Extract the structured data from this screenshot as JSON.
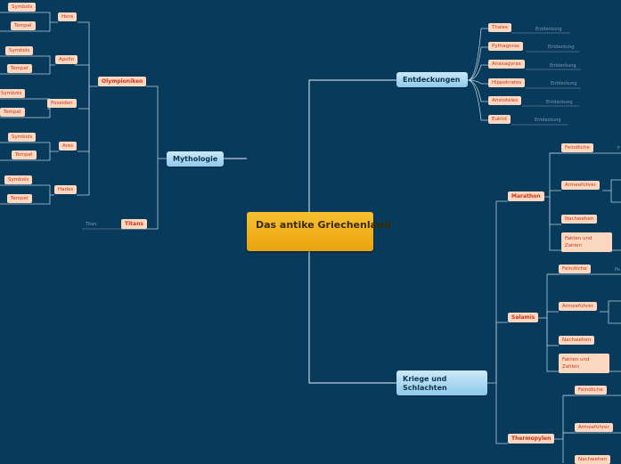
{
  "central": "Das antike Griechenland",
  "mythologie": {
    "label": "Mythologie",
    "olympioniken": {
      "label": "Olympioniken",
      "gods": [
        {
          "name": "Hera",
          "symbol": "Symbols",
          "temple": "Tempel"
        },
        {
          "name": "Apollo",
          "symbol": "Symbols",
          "temple": "Tempel"
        },
        {
          "name": "Poseidon",
          "symbol": "Symbols",
          "temple": "Tempel"
        },
        {
          "name": "Ares",
          "symbol": "Symbols",
          "temple": "Tempel"
        },
        {
          "name": "Hades",
          "symbol": "Symbols",
          "temple": "Tempel"
        }
      ]
    },
    "titans": {
      "label": "Titans",
      "note": "Titan"
    }
  },
  "entdeckungen": {
    "label": "Entdeckungen",
    "items": [
      {
        "name": "Thales",
        "note": "Entdeckung"
      },
      {
        "name": "Pythagoras",
        "note": "Entdeckung"
      },
      {
        "name": "Anaxagoras",
        "note": "Entdeckung"
      },
      {
        "name": "Hippokrates",
        "note": "Entdeckung"
      },
      {
        "name": "Aristoteles",
        "note": "Entdeckung"
      },
      {
        "name": "Euklid",
        "note": "Entdeckung"
      }
    ]
  },
  "kriege": {
    "label": "Kriege und Schlachten",
    "battles": [
      {
        "name": "Marathon",
        "enemy": "Feindliche",
        "enemy_note": "F",
        "commander": "Armeeführer",
        "aftermath": "Nachwehen",
        "facts": "Fakten und Zahlen"
      },
      {
        "name": "Salamis",
        "enemy": "Feindliche",
        "enemy_note": "Pe",
        "commander": "Armeeführer",
        "aftermath": "Nachwehen",
        "facts": "Fakten und Zahlen"
      },
      {
        "name": "Thermopylen",
        "enemy": "Feindliche",
        "commander": "Armeeführer",
        "aftermath": "Nachwehen"
      }
    ]
  }
}
